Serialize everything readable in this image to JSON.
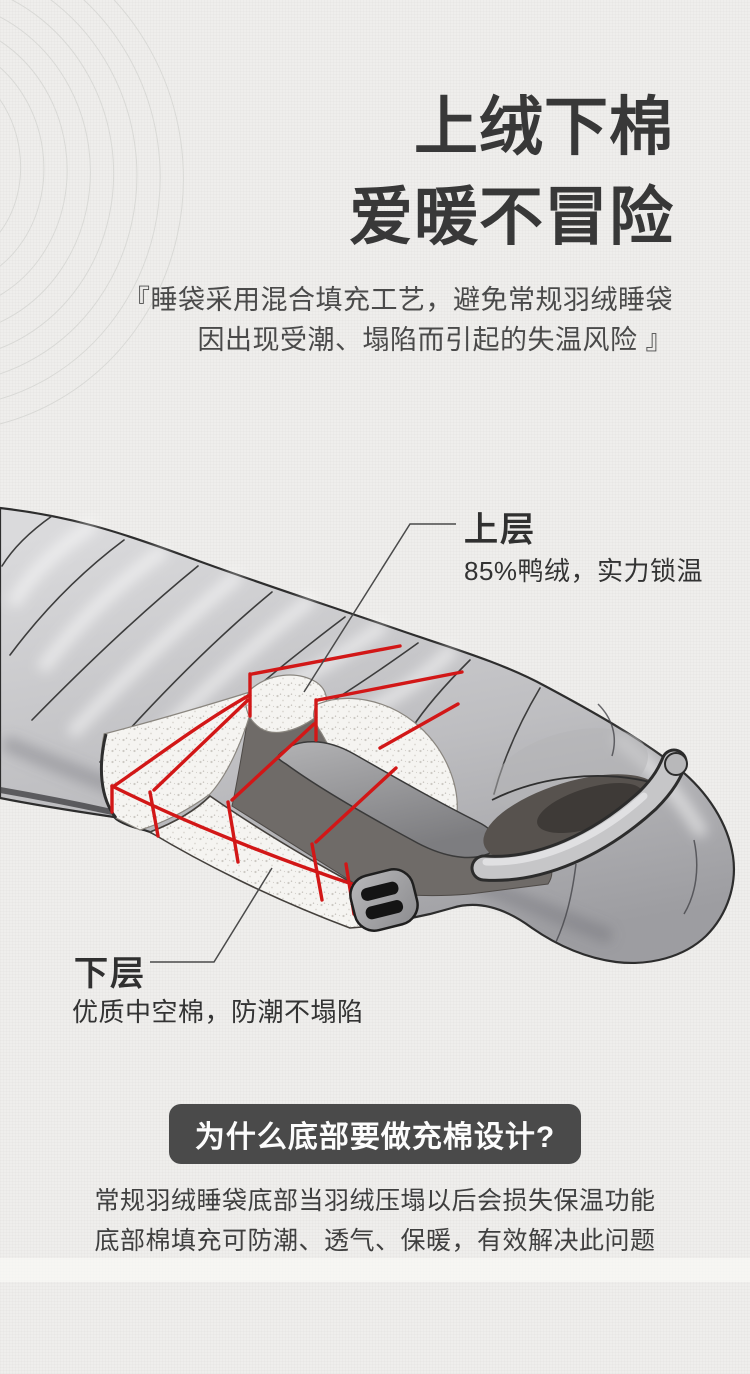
{
  "header": {
    "title_line1": "上绒下棉",
    "title_line2": "爱暖不冒险",
    "subtitle_line1": "『睡袋采用混合填充工艺，避免常规羽绒睡袋",
    "subtitle_line2": "因出现受潮、塌陷而引起的失温风险 』"
  },
  "diagram": {
    "upper_layer": {
      "label": "上层",
      "desc": "85%鸭绒，实力锁温"
    },
    "lower_layer": {
      "label": "下层",
      "desc": "优质中空棉，防潮不塌陷"
    },
    "colors": {
      "cut_line_red": "#d21717",
      "interior_dark": "#6f6b68",
      "shell_gray": "#c9c9cb",
      "outline": "#2d2d2d"
    }
  },
  "qa": {
    "question_badge": "为什么底部要做充棉设计?",
    "answer_line1": "常规羽绒睡袋底部当羽绒压塌以后会损失保温功能",
    "answer_line2": "底部棉填充可防潮、透气、保暖，有效解决此问题"
  }
}
